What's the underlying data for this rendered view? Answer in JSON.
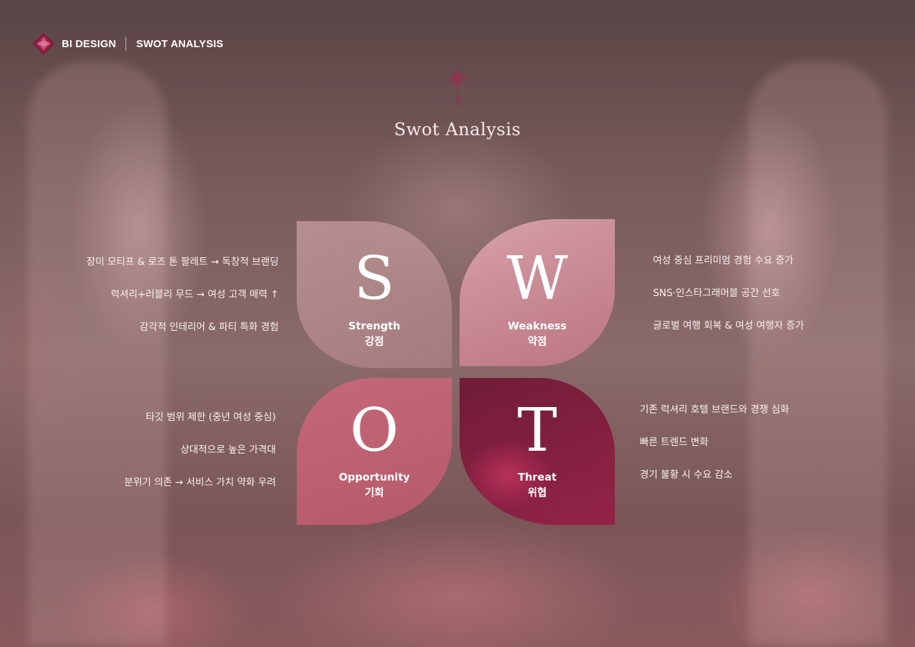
{
  "header": {
    "brand": "BI DESIGN",
    "section": "SWOT ANALYSIS"
  },
  "title": "Swot Analysis",
  "swot": {
    "s": {
      "letter": "S",
      "en": "Strength",
      "ko": "강점"
    },
    "w": {
      "letter": "W",
      "en": "Weakness",
      "ko": "약점"
    },
    "o": {
      "letter": "O",
      "en": "Opportunity",
      "ko": "기회"
    },
    "t": {
      "letter": "T",
      "en": "Threat",
      "ko": "위협"
    }
  },
  "strengths": [
    "장미 모티프 & 로즈 톤 팔레트 → 독창적 브랜딩",
    "럭셔리+러블리 무드 → 여성 고객 매력 ↑",
    "감각적 인테리어 & 파티 특화 경험"
  ],
  "weaknesses": [
    "여성 중심 프리미엄 경험 수요 증가",
    "SNS·인스타그래머블 공간 선호",
    "글로벌 여행 회복 & 여성 여행자 증가"
  ],
  "opportunities": [
    "타깃 범위 제한 (중년 여성 중심)",
    "상대적으로 높은 가격대",
    "분위기 의존 → 서비스 가치 약화 우려"
  ],
  "threats": [
    "기존 럭셔리 호텔 브랜드와 경쟁 심화",
    "빠른 트렌드 변화",
    "경기 불황 시 수요 감소"
  ],
  "colors": {
    "accent": "#a8244f",
    "logo_dark": "#7a1f3d",
    "logo_light": "#c9537a"
  },
  "icons": {
    "logo": "rose-diamond-logo-icon",
    "key": "rose-key-icon"
  }
}
